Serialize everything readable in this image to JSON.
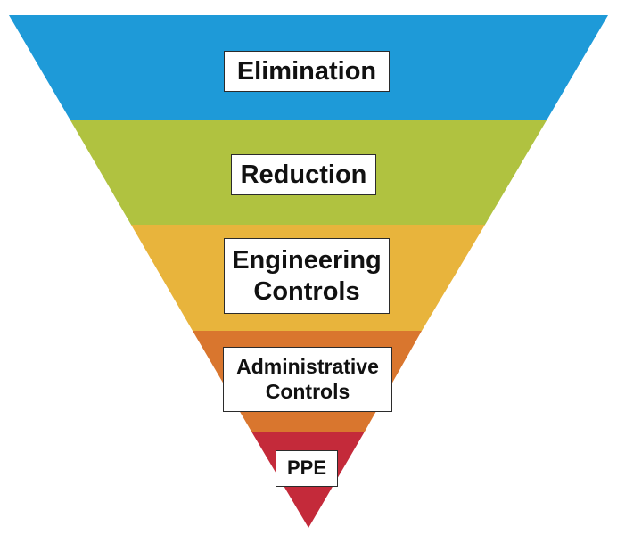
{
  "colors": {
    "elimination": "#1e9ad8",
    "reduction": "#b0c240",
    "engineering": "#e8b43c",
    "admin": "#d9762e",
    "ppe": "#c42a3a"
  },
  "levels": [
    {
      "key": "elimination",
      "label": "Elimination"
    },
    {
      "key": "reduction",
      "label": "Reduction"
    },
    {
      "key": "engineering",
      "label": "Engineering\nControls"
    },
    {
      "key": "admin",
      "label": "Administrative\nControls"
    },
    {
      "key": "ppe",
      "label": "PPE"
    }
  ]
}
